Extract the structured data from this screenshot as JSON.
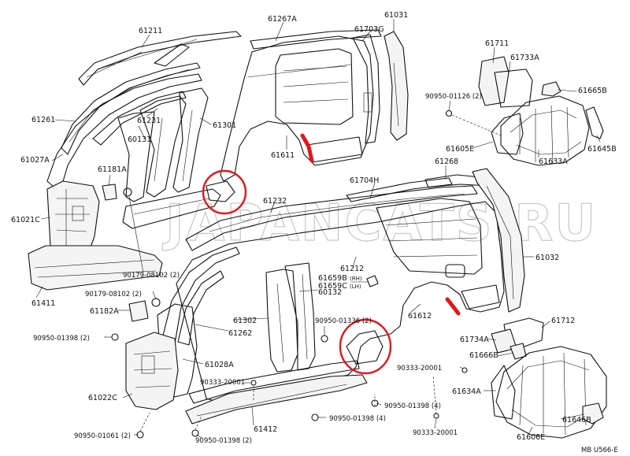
{
  "diagram_id": "MB U566-E",
  "watermark": "JAPANCATS.RU",
  "accent_color": "#e8141c",
  "labels": {
    "p61211": "61211",
    "p61267A": "61267A",
    "p61031": "61031",
    "p61703G": "61703G",
    "p61711": "61711",
    "p61733A": "61733A",
    "p90950_01126": "90950-01126 (2)",
    "p61665B": "61665B",
    "p61261": "61261",
    "p61231": "61231",
    "p61301": "61301",
    "p60131": "60131",
    "p61611": "61611",
    "p61605E": "61605E",
    "p61633A": "61633A",
    "p61645B": "61645B",
    "p61027A": "61027A",
    "p61181A": "61181A",
    "p61704H": "61704H",
    "p61268": "61268",
    "p61232": "61232",
    "p61021C": "61021C",
    "p90179_08102_a": "90179-08102 (2)",
    "p61212": "61212",
    "p61659B": "61659B",
    "p61659B_side": "(RH)",
    "p61659C": "61659C",
    "p61659C_side": "(LH)",
    "p61032": "61032",
    "p61411": "61411",
    "p90179_08102_b": "90179-08102 (2)",
    "p60132": "60132",
    "p61182A": "61182A",
    "p61302": "61302",
    "p90950_01336": "90950-01336 (2)",
    "p61612": "61612",
    "p61712": "61712",
    "p61262": "61262",
    "p90950_01398_a": "90950-01398 (2)",
    "p61734A": "61734A",
    "p61028A": "61028A",
    "p90333_20001_a": "90333-20001",
    "p90333_20001_b": "90333-20001",
    "p61666B": "61666B",
    "p61022C": "61022C",
    "p61634A": "61634A",
    "p90950_01398_b": "90950-01398 (4)",
    "p90950_01398_c": "90950-01398 (4)",
    "p61412": "61412",
    "p90950_01061": "90950-01061 (2)",
    "p90950_01398_d": "90950-01398 (2)",
    "p90333_20001_c": "90333-20001",
    "p61646B": "61646B",
    "p61606E": "61606E"
  }
}
